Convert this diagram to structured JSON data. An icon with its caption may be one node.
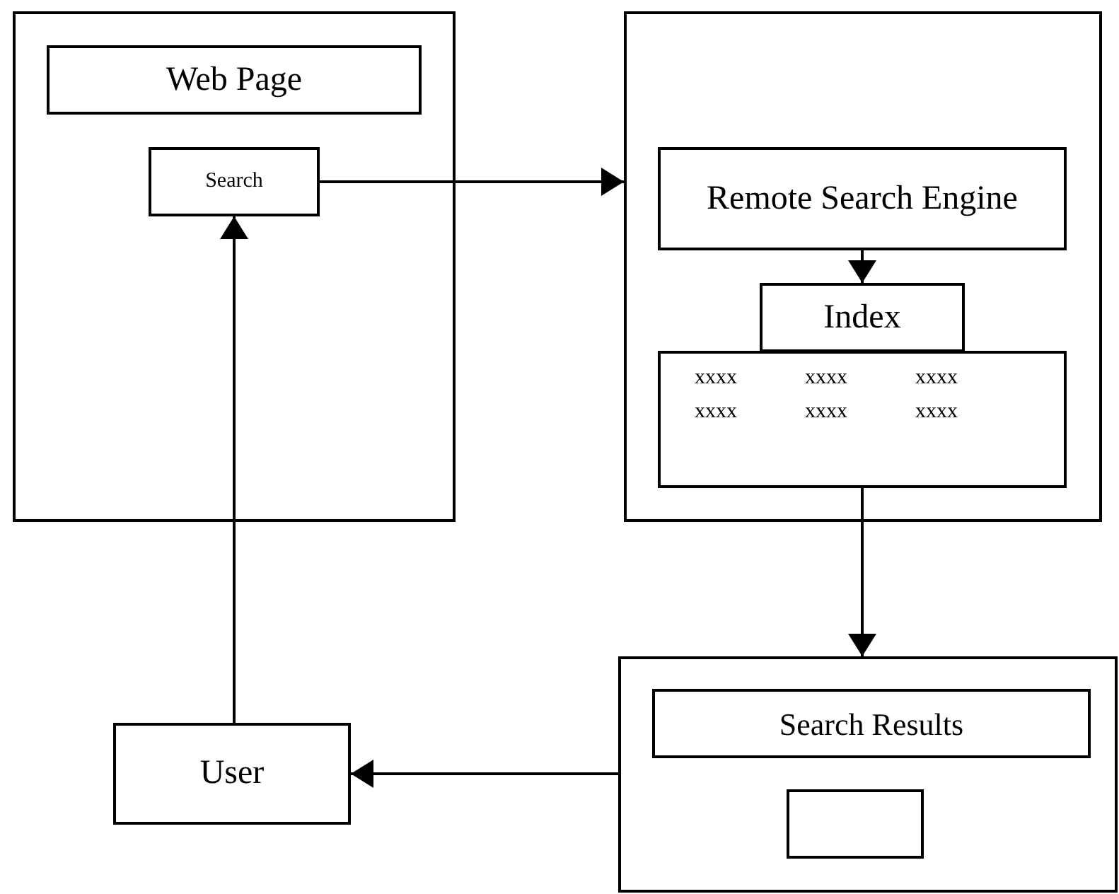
{
  "diagram": {
    "nodes": [
      {
        "text": [],
        "shape": "box"
      },
      {
        "text": [
          "Web Page"
        ],
        "in": 0
      },
      {
        "text": [
          "Search"
        ],
        "in": 0
      },
      {
        "text": [],
        "shape": "box"
      },
      {
        "text": [
          "Remote Search Engine"
        ],
        "in": 3
      },
      {
        "text": [
          "Index"
        ],
        "in": 3
      },
      {
        "text": [
          "xxxx",
          "xxxx",
          "xxxx",
          "xxxx",
          "xxxx",
          "xxxx"
        ],
        "in": 3
      },
      {
        "text": [],
        "shape": "box"
      },
      {
        "text": [
          "Search Results"
        ],
        "in": 7
      },
      {
        "text": [],
        "shape": "box",
        "in": 7
      },
      {
        "text": [
          "User"
        ]
      }
    ],
    "edges": [
      {
        "from": 2,
        "to": 3,
        "arrow": "to"
      },
      {
        "from": 4,
        "to": 5,
        "arrow": "to"
      },
      {
        "from": 6,
        "to": 7,
        "arrow": "to"
      },
      {
        "from": 10,
        "to": 2,
        "arrow": "to"
      },
      {
        "from": 7,
        "to": 10,
        "arrow": "to"
      }
    ]
  }
}
